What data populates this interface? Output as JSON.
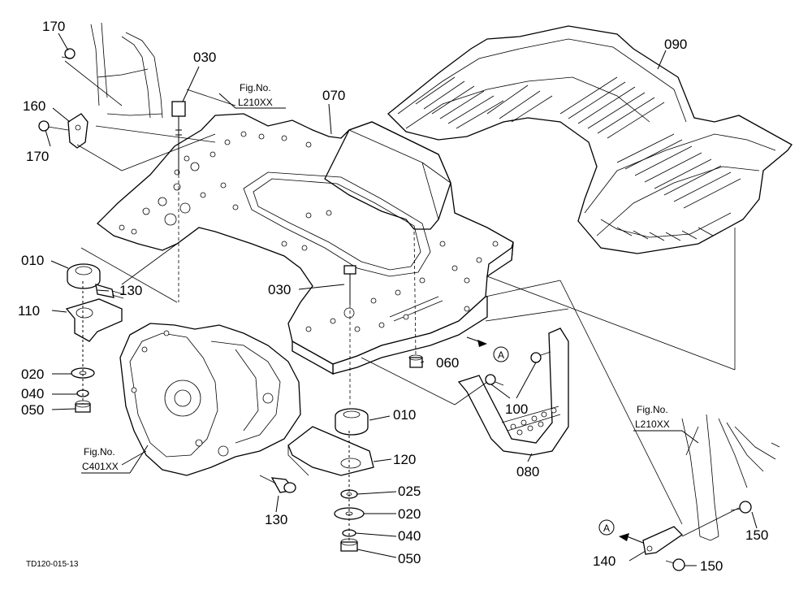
{
  "drawing_code": "TD120-015-13",
  "figure_refs": [
    {
      "id": "ref-top",
      "line1": "Fig.No.",
      "line2": "L210XX"
    },
    {
      "id": "ref-left",
      "line1": "Fig.No.",
      "line2": "C401XX"
    },
    {
      "id": "ref-right",
      "line1": "Fig.No.",
      "line2": "L210XX"
    }
  ],
  "callout_marker": "A",
  "part_labels": [
    "170",
    "030",
    "160",
    "170",
    "070",
    "090",
    "010",
    "130",
    "110",
    "030",
    "060",
    "020",
    "040",
    "050",
    "010",
    "120",
    "100",
    "080",
    "025",
    "020",
    "130",
    "040",
    "050",
    "150",
    "140",
    "150"
  ]
}
